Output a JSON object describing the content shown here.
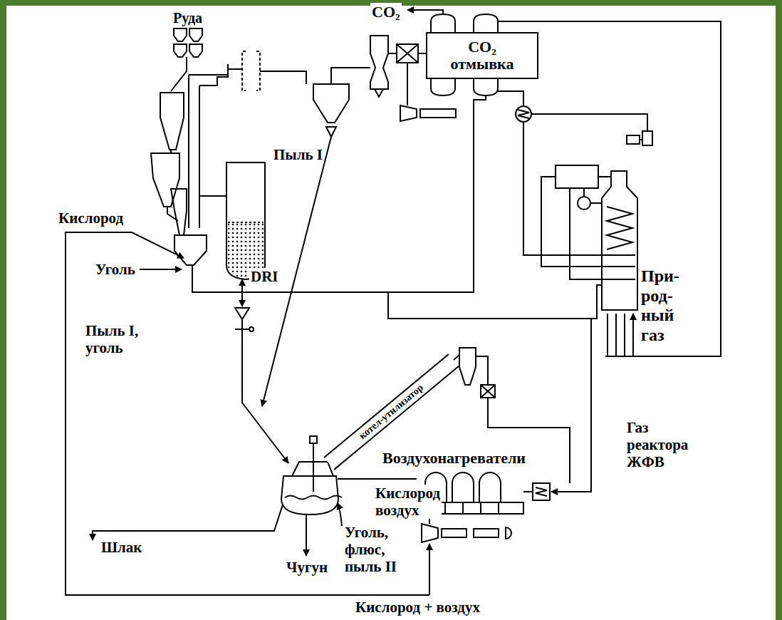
{
  "diagram": {
    "nodes": [
      {
        "text": [
          "CO₂ отмывка"
        ]
      },
      {
        "text": [
          "котел-утилизатор"
        ]
      }
    ],
    "labels": [
      "Руда",
      "CO₂",
      "Пыль I",
      "Кислород",
      "Уголь",
      "DRI",
      "Пыль I, уголь",
      "При- род- ный газ",
      "Газ реактора ЖФВ",
      "Воздухонагреватели",
      "Кислород воздух",
      "Шлак",
      "Чугун",
      "Уголь, флюс, пыль II",
      "Кислород + воздух"
    ]
  }
}
